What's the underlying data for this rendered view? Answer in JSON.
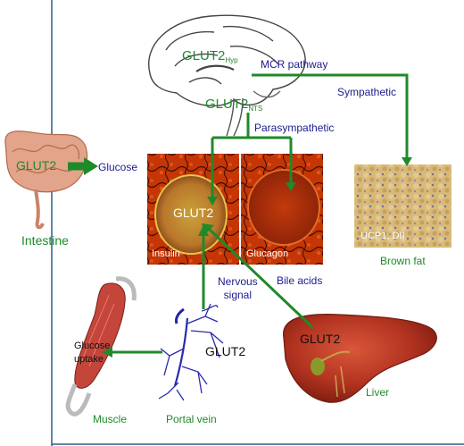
{
  "brain": {
    "glut2_hyp": "GLUT2",
    "hyp_sub": "Hyp",
    "glut2_nts": "GLUT2",
    "nts_sub": "NTS"
  },
  "pathways": {
    "mcr": "MCR pathway",
    "sympathetic": "Sympathetic",
    "parasympathetic": "Parasympathetic",
    "glucose": "Glucose",
    "nervous_signal_line1": "Nervous",
    "nervous_signal_line2": "signal",
    "bile_acids": "Bile acids"
  },
  "intestine": {
    "glut2": "GLUT2",
    "label": "Intestine"
  },
  "islets": {
    "glut2": "GLUT2",
    "insulin": "Insulin",
    "glucagon": "Glucagon"
  },
  "brown_fat": {
    "markers": "UCP1, DII",
    "label": "Brown fat"
  },
  "liver": {
    "glut2": "GLUT2",
    "label": "Liver"
  },
  "portal_vein": {
    "glut2": "GLUT2",
    "label": "Portal vein"
  },
  "muscle": {
    "uptake_line1": "Glucose",
    "uptake_line2": "uptake",
    "label": "Muscle"
  },
  "colors": {
    "arrow_green": "#1f8a2a",
    "label_green": "#1f8a2a",
    "pathway_navy": "#1c1c8c",
    "frame_blue": "#2d5b86"
  }
}
